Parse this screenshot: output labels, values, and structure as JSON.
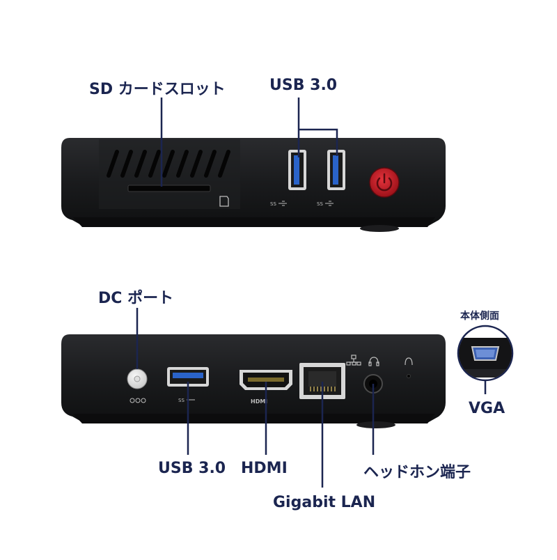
{
  "labels": {
    "sd_slot": "SD カードスロット",
    "usb_top": "USB 3.0",
    "dc_port": "DC ポート",
    "side_view": "本体側面",
    "vga": "VGA",
    "usb_rear": "USB 3.0",
    "hdmi": "HDMI",
    "headphone": "ヘッドホン端子",
    "gigabit_lan": "Gigabit LAN"
  },
  "port_markings": {
    "usb_ss": "SS",
    "hdmi": "HDMI"
  },
  "colors": {
    "label_text": "#1b2550",
    "device_body": "#17181a",
    "usb_blue": "#2a63c9",
    "power_red": "#c9202a",
    "vga_blue": "#3b5fb0"
  }
}
